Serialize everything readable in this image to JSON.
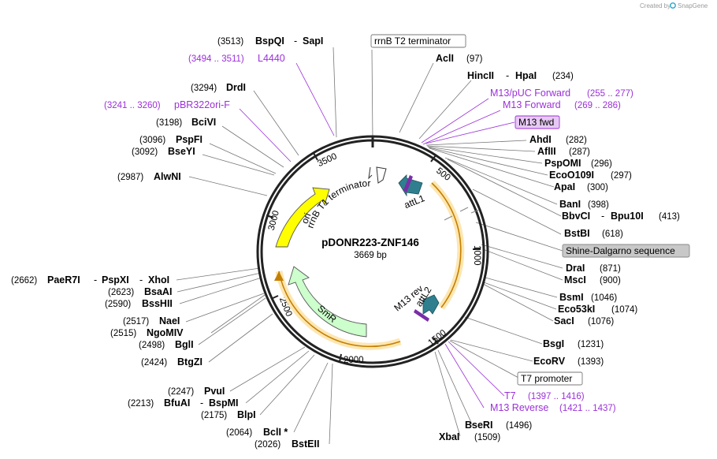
{
  "credit": {
    "created_by": "Created by",
    "brand": "SnapGene"
  },
  "plasmid": {
    "name": "pDONR223-ZNF146",
    "size": "3669 bp",
    "length": 3669
  },
  "colors": {
    "ring": "#222222",
    "leader": "#777777",
    "purple": "#9b30d9",
    "ori": "#ffff00",
    "smr": "#ccffcc",
    "att": "#2f7f8f",
    "orf_stroke": "#c47f00",
    "orf_glow": "#fde6b1",
    "box_gray": "#c8c8c8",
    "box_purple": "#e6c9f3"
  },
  "ticks": [
    "500",
    "1000",
    "1500",
    "2000",
    "2500",
    "3000",
    "3500"
  ],
  "features": {
    "ori": "ori",
    "smr": "SmR",
    "rrnb_t1": "rrnB T1 terminator",
    "attl1": "attL1",
    "attl2": "attL2",
    "m13rev": "M13 rev"
  },
  "sites": [
    {
      "name": "BspQI",
      "name2": "SapI",
      "pos": "(3513)"
    },
    {
      "name": "L4440",
      "pos": "(3494 .. 3511)",
      "primer": true
    },
    {
      "name": "DrdI",
      "pos": "(3294)"
    },
    {
      "name": "pBR322ori-F",
      "pos": "(3241 .. 3260)",
      "primer": true
    },
    {
      "name": "BciVI",
      "pos": "(3198)"
    },
    {
      "name": "PspFI",
      "pos": "(3096)"
    },
    {
      "name": "BseYI",
      "pos": "(3092)"
    },
    {
      "name": "AlwNI",
      "pos": "(2987)"
    },
    {
      "name": "PaeR7I",
      "name2": "PspXI",
      "name3": "XhoI",
      "pos": "(2662)"
    },
    {
      "name": "BsaAI",
      "pos": "(2623)"
    },
    {
      "name": "BssHII",
      "pos": "(2590)"
    },
    {
      "name": "NaeI",
      "pos": "(2517)"
    },
    {
      "name": "NgoMIV",
      "pos": "(2515)"
    },
    {
      "name": "BglI",
      "pos": "(2498)"
    },
    {
      "name": "BtgZI",
      "pos": "(2424)"
    },
    {
      "name": "PvuI",
      "pos": "(2247)"
    },
    {
      "name": "BfuAI",
      "name2": "BspMI",
      "pos": "(2213)"
    },
    {
      "name": "BlpI",
      "pos": "(2175)"
    },
    {
      "name": "BclI *",
      "pos": "(2064)"
    },
    {
      "name": "BstEII",
      "pos": "(2026)"
    },
    {
      "name": "rrnB T2 terminator",
      "boxed": true
    },
    {
      "name": "AclI",
      "pos": "(97)"
    },
    {
      "name": "HincII",
      "name2": "HpaI",
      "pos": "(234)"
    },
    {
      "name": "M13/pUC Forward",
      "pos": "(255 .. 277)",
      "primer": true
    },
    {
      "name": "M13 Forward",
      "pos": "(269 .. 286)",
      "primer": true
    },
    {
      "name": "M13 fwd",
      "boxed": true
    },
    {
      "name": "AhdI",
      "pos": "(282)"
    },
    {
      "name": "AflII",
      "pos": "(287)"
    },
    {
      "name": "PspOMI",
      "pos": "(296)"
    },
    {
      "name": "EcoO109I",
      "pos": "(297)"
    },
    {
      "name": "ApaI",
      "pos": "(300)"
    },
    {
      "name": "BanI",
      "pos": "(398)"
    },
    {
      "name": "BbvCI",
      "name2": "Bpu10I",
      "pos": "(413)"
    },
    {
      "name": "BstBI",
      "pos": "(618)"
    },
    {
      "name": "Shine-Dalgarno sequence",
      "boxed": true
    },
    {
      "name": "DraI",
      "pos": "(871)"
    },
    {
      "name": "MscI",
      "pos": "(900)"
    },
    {
      "name": "BsmI",
      "pos": "(1046)"
    },
    {
      "name": "Eco53kI",
      "pos": "(1074)"
    },
    {
      "name": "SacI",
      "pos": "(1076)"
    },
    {
      "name": "BsgI",
      "pos": "(1231)"
    },
    {
      "name": "EcoRV",
      "pos": "(1393)"
    },
    {
      "name": "T7 promoter",
      "boxed": true
    },
    {
      "name": "T7",
      "pos": "(1397 .. 1416)",
      "primer": true
    },
    {
      "name": "M13 Reverse",
      "pos": "(1421 .. 1437)",
      "primer": true
    },
    {
      "name": "BseRI",
      "pos": "(1496)"
    },
    {
      "name": "XbaI",
      "pos": "(1509)"
    }
  ]
}
